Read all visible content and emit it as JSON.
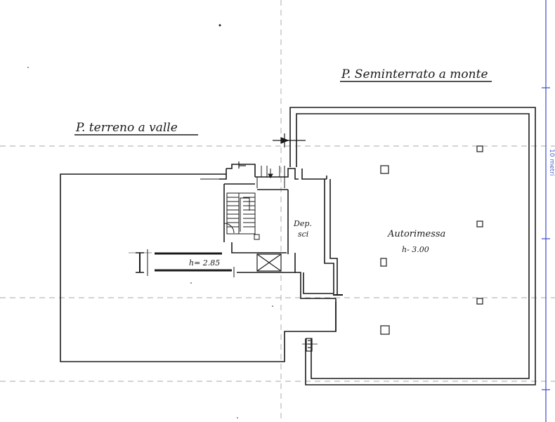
{
  "drawing": {
    "ground_floor_title": "P. terreno a valle",
    "semi_basement_title": "P. Seminterrato a monte",
    "garage_label": "Autorimessa",
    "garage_height": "h- 3.00",
    "storage_label_line1": "Dep.",
    "storage_label_line2": "sci",
    "corridor_height": "h= 2.85",
    "scale_label": "10 metri",
    "ink_color": "#1a1a1a",
    "scale_color": "#3a4ad0"
  }
}
